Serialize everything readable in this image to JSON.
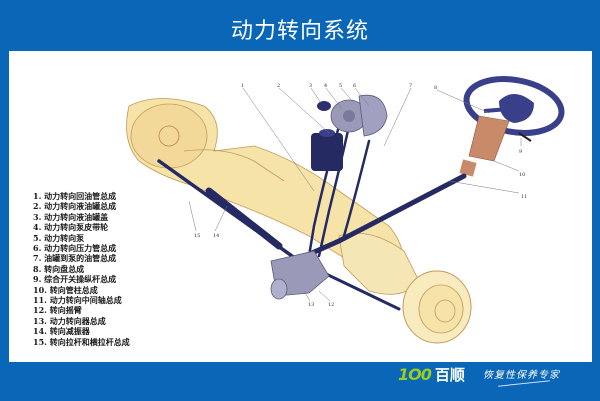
{
  "header": {
    "title": "动力转向系统"
  },
  "colors": {
    "frame_blue": "#0a66b6",
    "panel": "#ffffff",
    "brand_green": "#9ccc1c",
    "axle_yellow": "#f5e3a8",
    "component_navy": "#2a2f6e",
    "column_copper": "#c98a6a"
  },
  "legend": {
    "items": [
      "1. 动力转向回油管总成",
      "2. 动力转向液油罐总成",
      "3. 动力转向液油罐盖",
      "4. 动力转向泵皮带轮",
      "5. 动力转向泵",
      "6. 动力转向压力管总成",
      "7. 油罐到泵的油管总成",
      "8. 转向盘总成",
      "9. 综合开关操纵杆总成",
      "10. 转向管柱总成",
      "11. 动力转向中间轴总成",
      "12. 转向摇臂",
      "13. 动力转向器总成",
      "14. 转向减振器",
      "15. 转向拉杆和横拉杆总成"
    ]
  },
  "callouts": {
    "c1": "1",
    "c2": "2",
    "c3": "3",
    "c4": "4",
    "c5": "5",
    "c6": "6",
    "c7": "7",
    "c8": "8",
    "c9": "9",
    "c10": "10",
    "c11": "11",
    "c12": "12",
    "c13": "13",
    "c14": "14",
    "c15": "15"
  },
  "footer": {
    "brand_number": "1O0",
    "brand_name": "百顺",
    "slogan": "恢复性保养专家"
  }
}
